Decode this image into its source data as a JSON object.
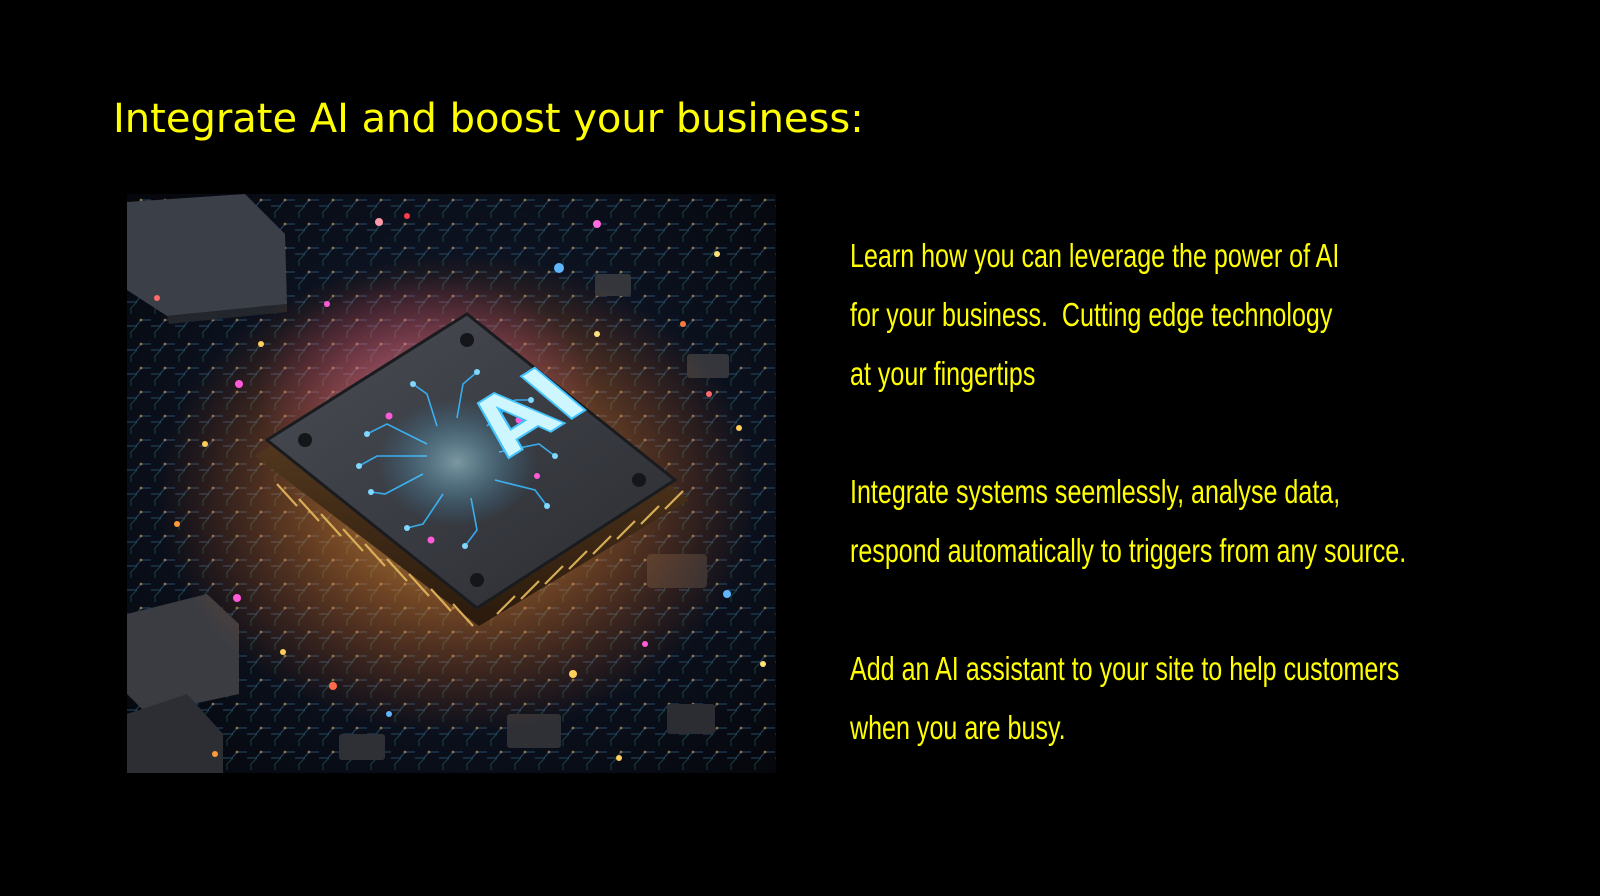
{
  "slide": {
    "heading": "Integrate AI and boost your business:",
    "colors": {
      "background": "#000000",
      "text": "#FFFF00"
    }
  },
  "hero_image": {
    "description_icon": "ai-chip-icon",
    "chip_label": "AI"
  },
  "paragraphs": [
    {
      "lines": [
        "Learn how you can leverage the power of AI",
        "for your business.  Cutting edge technology",
        "at your fingertips"
      ]
    },
    {
      "lines": [
        "Integrate systems seemlessly, analyse data,",
        "respond automatically to triggers from any source."
      ]
    },
    {
      "lines": [
        "Add an AI assistant to your site to help customers",
        "when you are busy."
      ]
    }
  ]
}
